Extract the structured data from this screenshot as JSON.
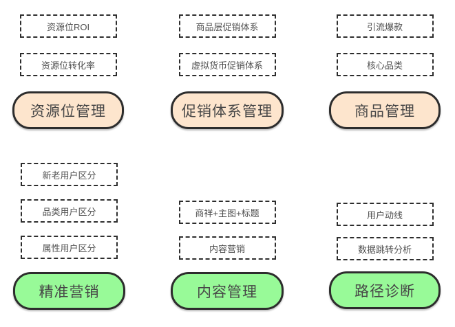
{
  "diagram": {
    "colors": {
      "pill_orange": "#fde5cd",
      "pill_green": "#98fa98",
      "border": "#2d2d2d",
      "text": "#4f4f4f"
    },
    "groups": [
      {
        "id": "resource-position",
        "row": "top",
        "pill_color": "orange",
        "items": [
          "资源位ROI",
          "资源位转化率"
        ],
        "label": "资源位管理"
      },
      {
        "id": "promotion-system",
        "row": "top",
        "pill_color": "orange",
        "items": [
          "商品层促销体系",
          "虚拟货币促销体系"
        ],
        "label": "促销体系管理"
      },
      {
        "id": "product",
        "row": "top",
        "pill_color": "orange",
        "items": [
          "引流爆款",
          "核心品类"
        ],
        "label": "商品管理"
      },
      {
        "id": "precision-marketing",
        "row": "bottom",
        "pill_color": "green",
        "items": [
          "新老用户区分",
          "品类用户区分",
          "属性用户区分"
        ],
        "label": "精准营销"
      },
      {
        "id": "content-management",
        "row": "bottom",
        "pill_color": "green",
        "items": [
          "商祥+主图+标题",
          "内容营销"
        ],
        "label": "内容管理"
      },
      {
        "id": "path-diagnosis",
        "row": "bottom",
        "pill_color": "green",
        "items": [
          "用户动线",
          "数据跳转分析"
        ],
        "label": "路径诊断"
      }
    ]
  }
}
